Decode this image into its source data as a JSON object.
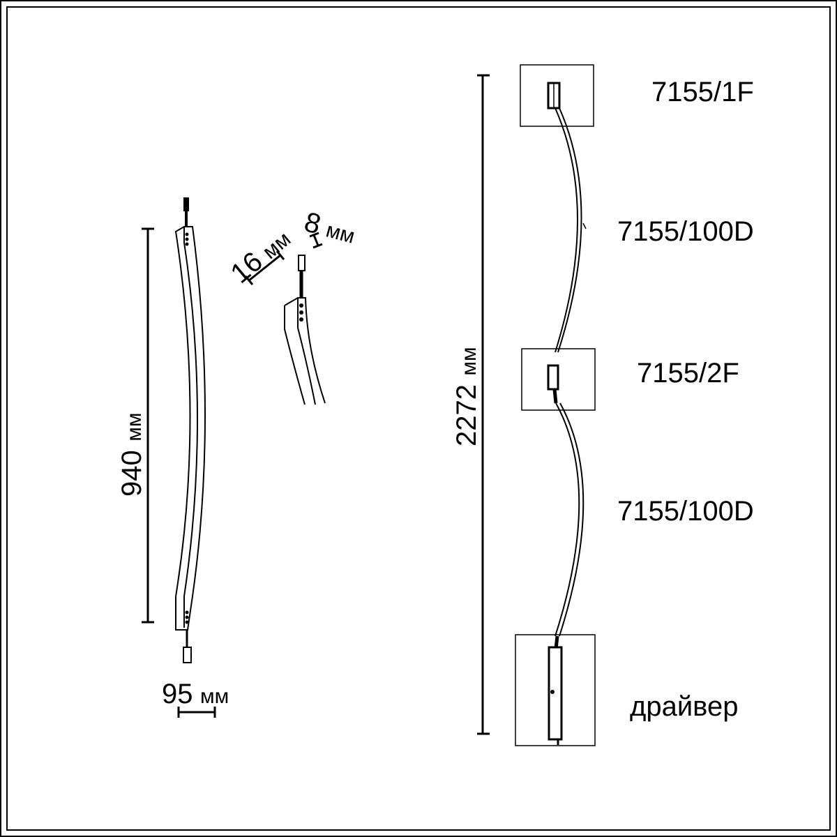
{
  "dimensions": {
    "overall_height": {
      "value": "2272",
      "unit": "мм"
    },
    "bar_length": {
      "value": "940",
      "unit": "мм"
    },
    "bar_width": {
      "value": "95",
      "unit": "мм"
    },
    "profile_width": {
      "value": "16",
      "unit": "мм"
    },
    "profile_depth": {
      "value": "8",
      "unit": "мм"
    }
  },
  "components": [
    {
      "id": "top-fixture",
      "label": "7155/1F"
    },
    {
      "id": "cable-upper",
      "label": "7155/100D"
    },
    {
      "id": "mid-fixture",
      "label": "7155/2F"
    },
    {
      "id": "cable-lower",
      "label": "7155/100D"
    },
    {
      "id": "driver",
      "label": "драйвер"
    }
  ],
  "colors": {
    "line": "#000000",
    "background": "#ffffff"
  }
}
